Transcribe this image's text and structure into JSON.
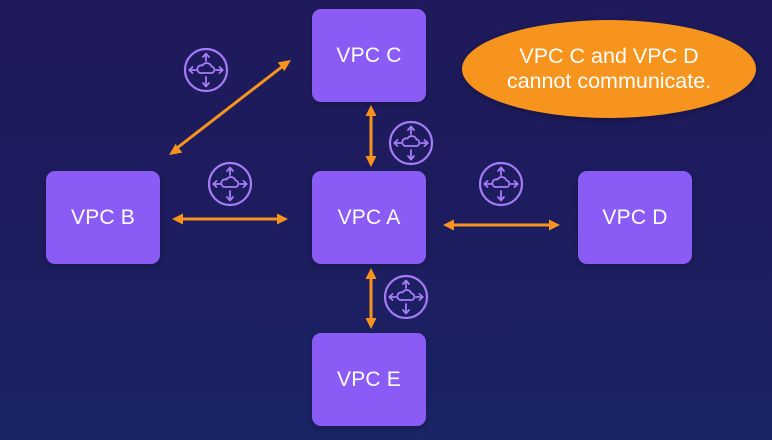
{
  "vpcs": {
    "c": "VPC C",
    "b": "VPC B",
    "a": "VPC A",
    "d": "VPC D",
    "e": "VPC E"
  },
  "callout": {
    "line1": "VPC C and VPC D",
    "line2": "cannot communicate."
  },
  "colors": {
    "background": "#1e1c5e",
    "vpc_box": "#8a5cf5",
    "arrow": "#f7941d",
    "icon": "#a77cf7",
    "callout": "#f7941d"
  },
  "icons": [
    "peering-connection-icon",
    "peering-connection-icon",
    "peering-connection-icon",
    "peering-connection-icon",
    "peering-connection-icon"
  ]
}
